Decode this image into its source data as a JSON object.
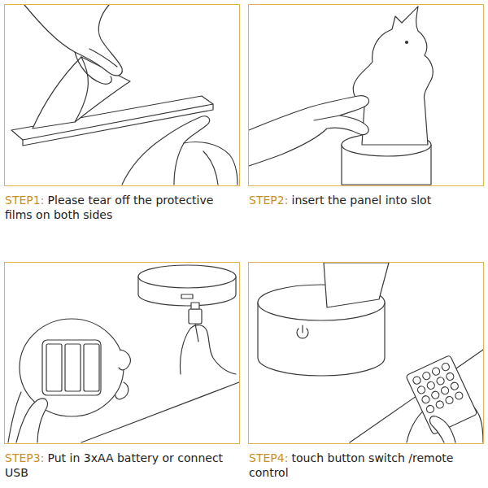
{
  "diagram": {
    "nodes": [
      {
        "text": [
          "STEP1:",
          "Please tear off the protective films on both sides"
        ]
      },
      {
        "text": [
          "STEP2:",
          "insert the panel into slot"
        ]
      },
      {
        "text": [
          "STEP3:",
          "Put in 3xAA battery or connect USB"
        ]
      },
      {
        "text": [
          "STEP4:",
          "touch button switch /remote control"
        ]
      }
    ]
  }
}
